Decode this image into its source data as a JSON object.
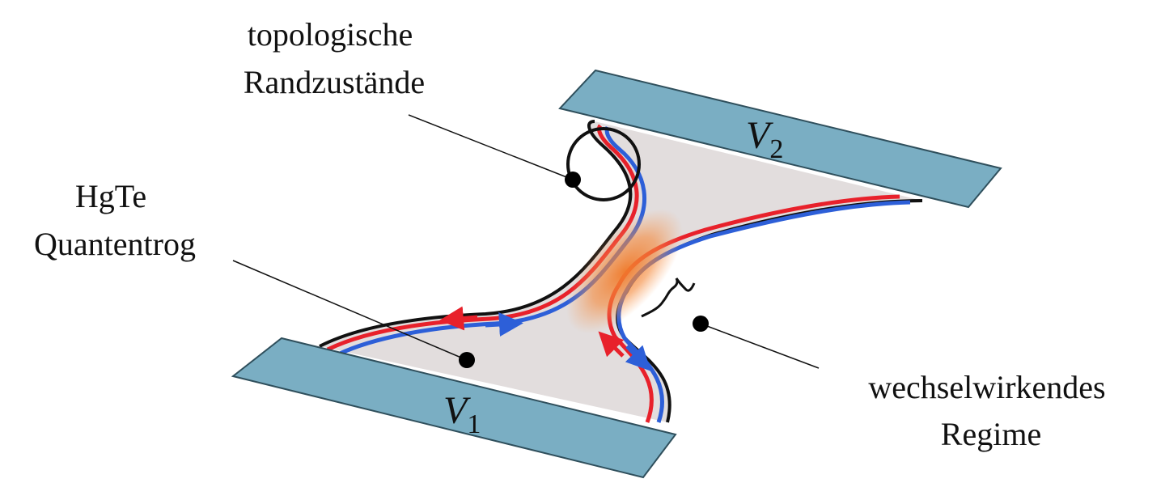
{
  "labels": {
    "edge_states": [
      "topologische",
      "Randzustände"
    ],
    "well": [
      "HgTe",
      "Quantentrog"
    ],
    "regime": [
      "wechselwirkendes",
      "Regime"
    ]
  },
  "contacts": {
    "bottom": {
      "symbol": "V",
      "subscript": "1"
    },
    "top": {
      "symbol": "V",
      "subscript": "2"
    }
  },
  "colors": {
    "contact_fill": "#7aaec3",
    "contact_stroke": "#2f4f5c",
    "channel_fill": "#e2dddd",
    "edge_red": "#e8212b",
    "edge_blue": "#2d5fd8",
    "interaction_glow": "#f07a2a"
  }
}
